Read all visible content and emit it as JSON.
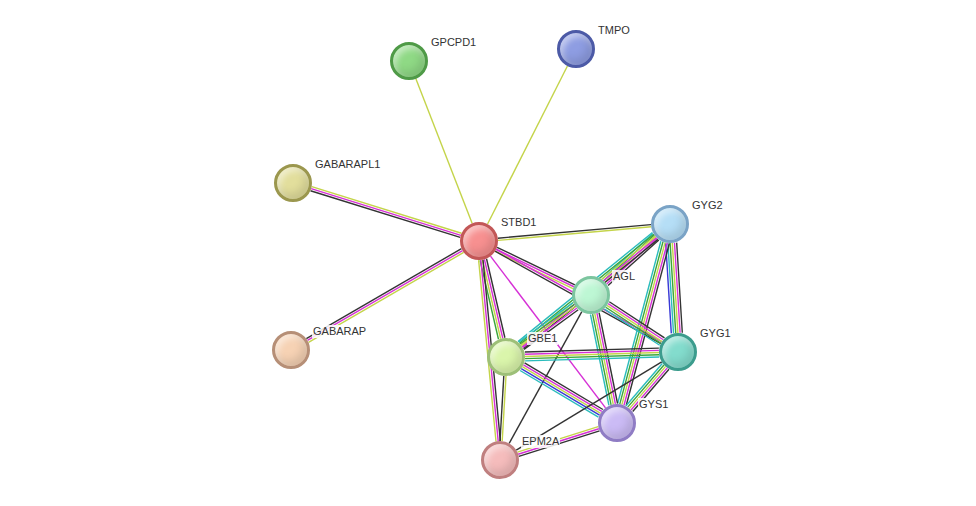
{
  "diagram": {
    "nodes": [
      {
        "text": [
          "GPCPD1"
        ]
      },
      {
        "text": [
          "TMPO"
        ]
      },
      {
        "text": [
          "GABARAPL1"
        ]
      },
      {
        "text": [
          "STBD1"
        ]
      },
      {
        "text": [
          "GYG2"
        ]
      },
      {
        "text": [
          "AGL"
        ]
      },
      {
        "text": [
          "GABARAP"
        ]
      },
      {
        "text": [
          "GBE1"
        ]
      },
      {
        "text": [
          "GYG1"
        ]
      },
      {
        "text": [
          "GYS1"
        ]
      },
      {
        "text": [
          "EPM2A"
        ]
      }
    ],
    "edges": [
      {
        "from": 3,
        "to": 0,
        "arrow": "none"
      },
      {
        "from": 3,
        "to": 1,
        "arrow": "none"
      },
      {
        "from": 3,
        "to": 2,
        "arrow": "none"
      },
      {
        "from": 3,
        "to": 6,
        "arrow": "none"
      },
      {
        "from": 3,
        "to": 4,
        "arrow": "none"
      },
      {
        "from": 3,
        "to": 5,
        "arrow": "none"
      },
      {
        "from": 3,
        "to": 7,
        "arrow": "none"
      },
      {
        "from": 3,
        "to": 10,
        "arrow": "none"
      },
      {
        "from": 3,
        "to": 9,
        "arrow": "none"
      },
      {
        "from": 3,
        "to": 8,
        "arrow": "none"
      },
      {
        "from": 4,
        "to": 5,
        "arrow": "none"
      },
      {
        "from": 4,
        "to": 7,
        "arrow": "none"
      },
      {
        "from": 4,
        "to": 8,
        "arrow": "none"
      },
      {
        "from": 4,
        "to": 9,
        "arrow": "none"
      },
      {
        "from": 5,
        "to": 7,
        "arrow": "none"
      },
      {
        "from": 5,
        "to": 8,
        "arrow": "none"
      },
      {
        "from": 5,
        "to": 9,
        "arrow": "none"
      },
      {
        "from": 5,
        "to": 10,
        "arrow": "none"
      },
      {
        "from": 7,
        "to": 8,
        "arrow": "none"
      },
      {
        "from": 7,
        "to": 9,
        "arrow": "none"
      },
      {
        "from": 7,
        "to": 10,
        "arrow": "none"
      },
      {
        "from": 8,
        "to": 9,
        "arrow": "none"
      },
      {
        "from": 8,
        "to": 10,
        "arrow": "none"
      },
      {
        "from": 9,
        "to": 10,
        "arrow": "none"
      }
    ]
  }
}
